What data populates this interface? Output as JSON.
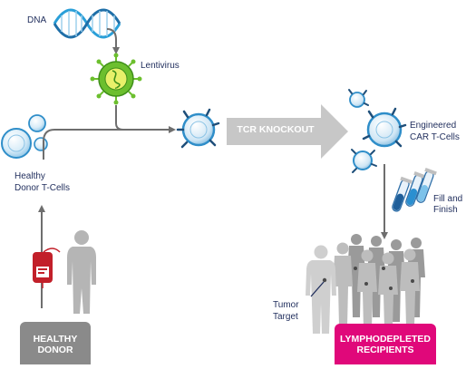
{
  "labels": {
    "dna": "DNA",
    "lentivirus": "Lentivirus",
    "healthy_donor_tcells_line1": "Healthy",
    "healthy_donor_tcells_line2": "Donor T-Cells",
    "tcr_knockout": "TCR KNOCKOUT",
    "engineered_line1": "Engineered",
    "engineered_line2": "CAR T-Cells",
    "fill_line1": "Fill and",
    "fill_line2": "Finish",
    "tumor_line1": "Tumor",
    "tumor_line2": "Target",
    "healthy_donor_box_line1": "HEALTHY",
    "healthy_donor_box_line2": "DONOR",
    "lympho_line1": "LYMPHODEPLETED",
    "lympho_line2": "RECIPIENTS"
  },
  "colors": {
    "label_text": "#1f2d5c",
    "cell_blue": "#2f8ec9",
    "cell_light": "#d8ecf8",
    "virus_green": "#6cbf2e",
    "virus_core": "#e8f06a",
    "arrow_gray": "#6e6e6e",
    "tcr_arrow": "#c7c7c7",
    "healthy_box": "#8a8a8a",
    "lympho_box": "#e0087a",
    "blood_red": "#c2202a",
    "figure_gray": "#b5b5b5",
    "dna_blue": "#2a9fd8"
  },
  "icons": [
    "dna-helix-icon",
    "lentivirus-icon",
    "t-cell-icon",
    "car-t-cell-icon",
    "blood-bag-icon",
    "human-figure-icon",
    "test-tube-icon"
  ]
}
